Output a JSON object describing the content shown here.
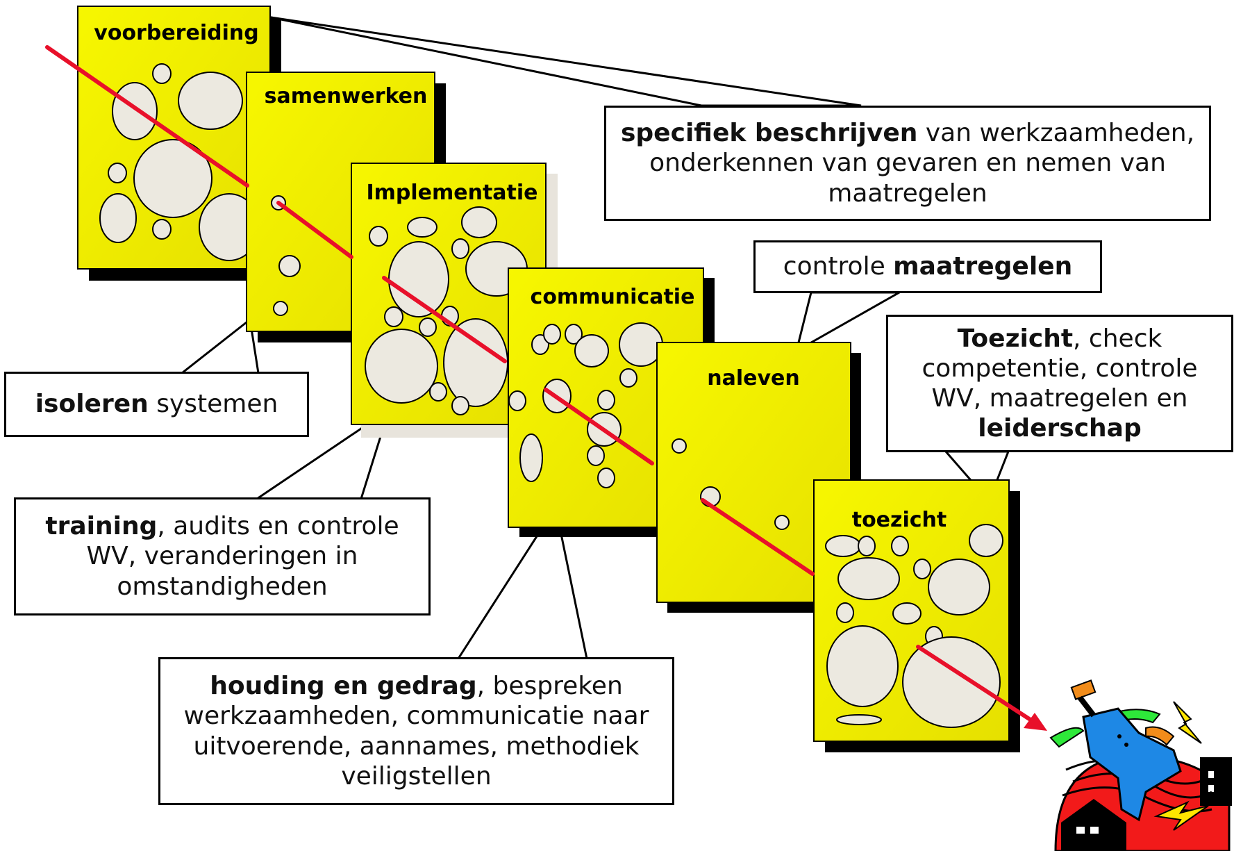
{
  "slices": [
    {
      "id": "voorbereiding",
      "title": "voorbereiding"
    },
    {
      "id": "samenwerken",
      "title": "samenwerken"
    },
    {
      "id": "implementatie",
      "title": "Implementatie"
    },
    {
      "id": "communicatie",
      "title": "communicatie"
    },
    {
      "id": "naleven",
      "title": "naleven"
    },
    {
      "id": "toezicht",
      "title": "toezicht"
    }
  ],
  "callouts": {
    "specifiek": {
      "bold": "specifiek beschrijven",
      "rest": " van werkzaamheden, onderkennen van gevaren en nemen van maatregelen"
    },
    "controle": {
      "pre": "controle ",
      "bold": "maatregelen"
    },
    "toezicht": {
      "bold1": "Toezicht",
      "mid": ", check competentie, controle WV, maatregelen en ",
      "bold2": "leiderschap"
    },
    "isoleren": {
      "bold": "isoleren",
      "rest": " systemen"
    },
    "training": {
      "bold": "training",
      "rest": ", audits en controle WV, veranderingen in omstandigheden"
    },
    "houding": {
      "bold": "houding en gedrag",
      "rest": ", bespreken werkzaamheden, communicatie naar uitvoerende, aannames, methodiek veiligstellen"
    }
  },
  "colors": {
    "slice": "#f5f500",
    "shadow": "#000000",
    "hole": "#ece9e0",
    "trajectory": "#e8102a",
    "callout_border": "#000000"
  },
  "icons": [
    "accident-illustration-icon"
  ]
}
